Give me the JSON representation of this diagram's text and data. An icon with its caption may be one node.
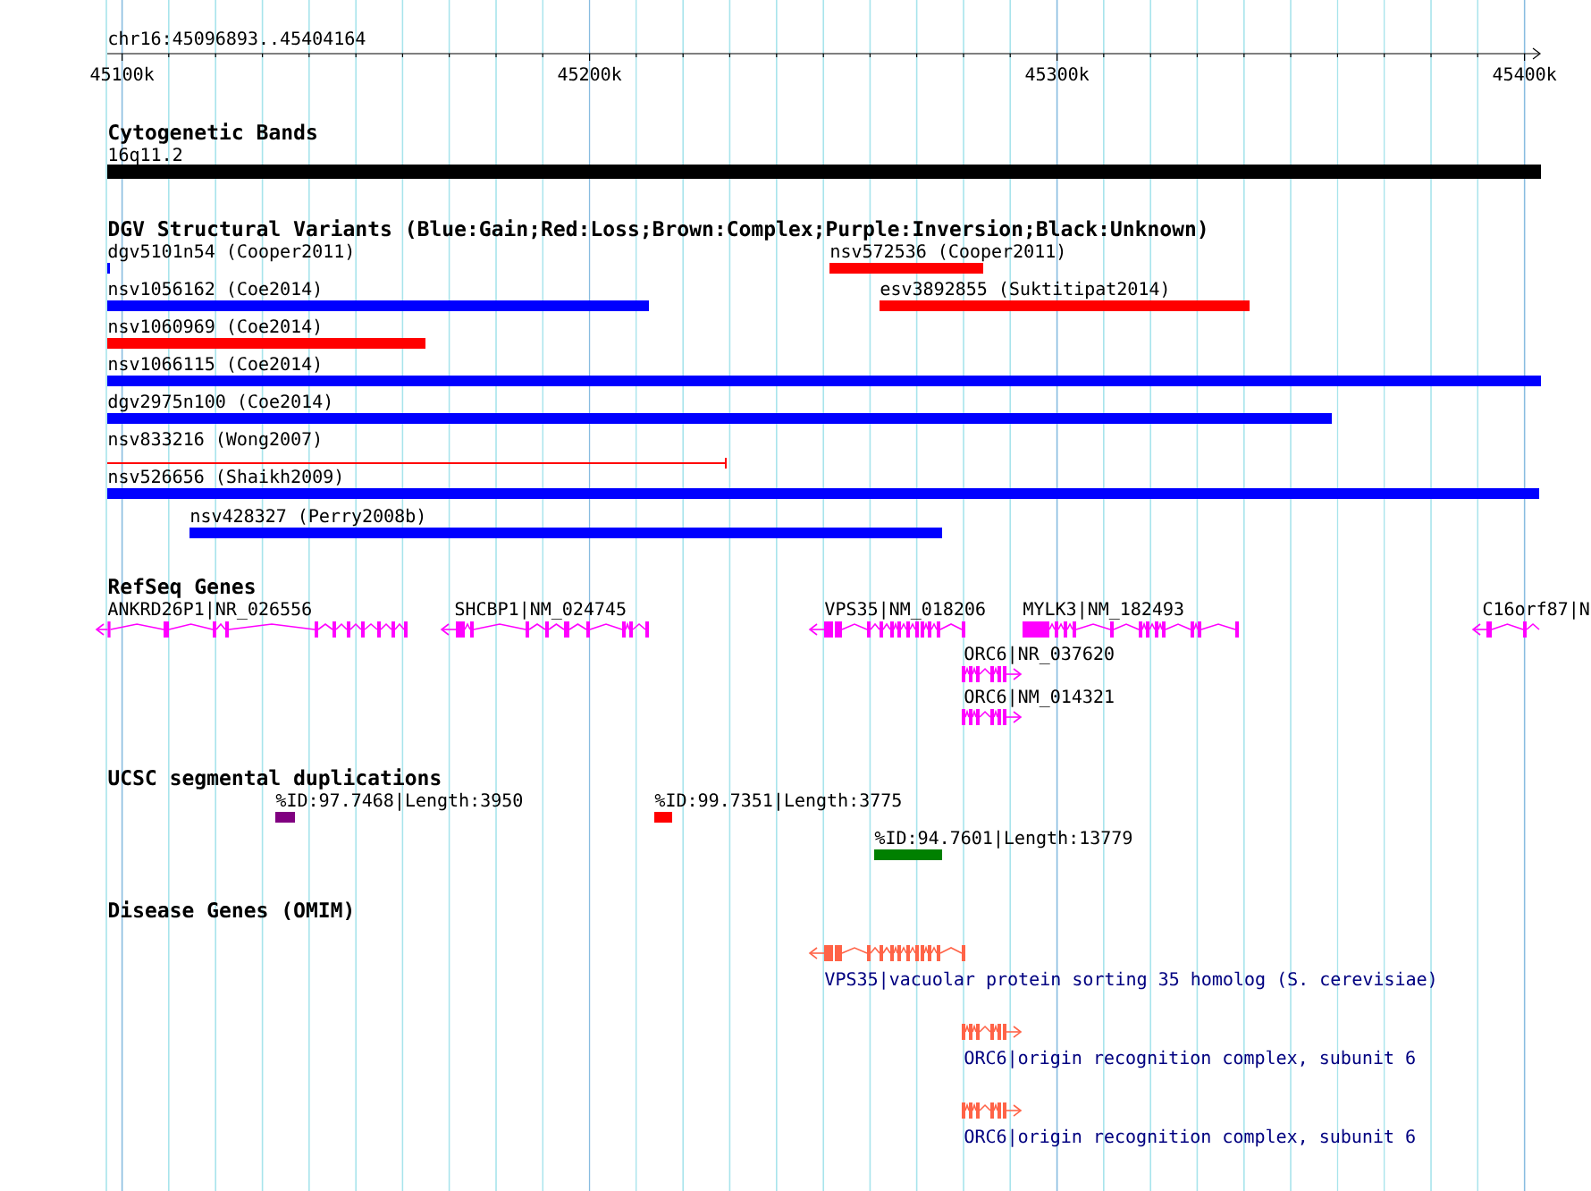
{
  "diagram": {
    "nodes": [
      {
        "text": [
          "16q11.2"
        ]
      },
      {
        "text": [
          "dgv5101n54 (Cooper2011)"
        ]
      },
      {
        "text": [
          "nsv572536 (Cooper2011)"
        ]
      },
      {
        "text": [
          "nsv1056162 (Coe2014)"
        ]
      },
      {
        "text": [
          "esv3892855 (Suktitipat2014)"
        ]
      },
      {
        "text": [
          "nsv1060969 (Coe2014)"
        ]
      },
      {
        "text": [
          "nsv1066115 (Coe2014)"
        ]
      },
      {
        "text": [
          "dgv2975n100 (Coe2014)"
        ]
      },
      {
        "text": [
          "nsv833216 (Wong2007)"
        ]
      },
      {
        "text": [
          "nsv526656 (Shaikh2009)"
        ]
      },
      {
        "text": [
          "nsv428327 (Perry2008b)"
        ]
      },
      {
        "text": [
          "ANKRD26P1|NR_026556"
        ]
      },
      {
        "text": [
          "SHCBP1|NM_024745"
        ]
      },
      {
        "text": [
          "VPS35|NM_018206"
        ]
      },
      {
        "text": [
          "MYLK3|NM_182493"
        ]
      },
      {
        "text": [
          "C16orf87|N"
        ]
      },
      {
        "text": [
          "ORC6|NR_037620"
        ]
      },
      {
        "text": [
          "ORC6|NM_014321"
        ]
      },
      {
        "text": [
          "%ID:97.7468|Length:3950"
        ]
      },
      {
        "text": [
          "%ID:99.7351|Length:3775"
        ]
      },
      {
        "text": [
          "%ID:94.7601|Length:13779"
        ]
      },
      {
        "text": [
          "VPS35|vacuolar protein sorting 35 homolog (S. cerevisiae)"
        ]
      },
      {
        "text": [
          "ORC6|origin recognition complex, subunit 6"
        ]
      },
      {
        "text": [
          "ORC6|origin recognition complex, subunit 6"
        ]
      }
    ],
    "labels": [
      "chr16:45096893..45404164",
      "45100k",
      "45200k",
      "45300k",
      "45400k",
      "Cytogenetic Bands",
      "DGV Structural Variants (Blue:Gain;Red:Loss;Brown:Complex;Purple:Inversion;Black:Unknown)",
      "RefSeq Genes",
      "UCSC segmental duplications",
      "Disease Genes (OMIM)"
    ]
  }
}
